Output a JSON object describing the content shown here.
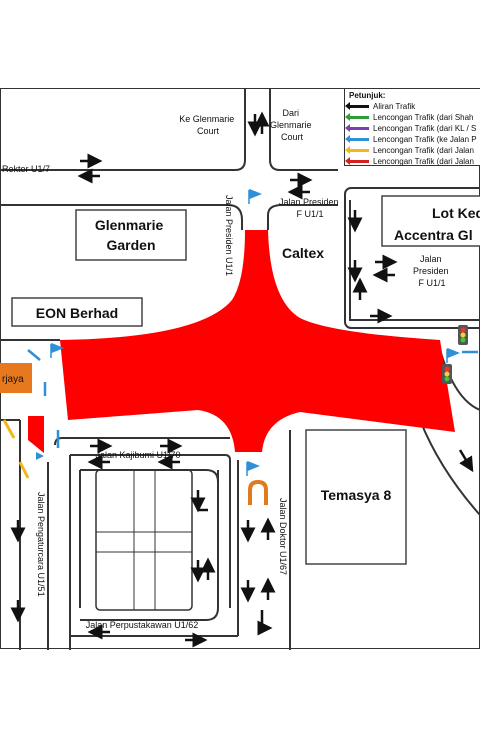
{
  "places": {
    "glenmarie_garden": "Glenmarie\nGarden",
    "caltex": "Caltex",
    "eon_berhad": "EON Berhad",
    "lot_ked": "Lot Ked",
    "accentra": "Accentra Gl",
    "temasya": "Temasya 8",
    "perjaya": "rjaya"
  },
  "roads": {
    "ke_glenmarie_court": "Ke Glenmarie\nCourt",
    "dari_glenmarie_court": "Dari\nGlenmarie\nCourt",
    "rektor": "Rektor U1/7",
    "presiden_u1_1": "Jalan Presiden U1/1",
    "presiden_f_top": "Jalan Presiden\nF U1/1",
    "presiden_f_right": "Jalan\nPresiden\nF U1/1",
    "kajibumi": "Jalan Kajibumi U1/70",
    "pengaturcara": "Jalan Pengaturcara U1/51",
    "doktor": "Jalan Doktor U1/67",
    "perpustakawan": "Jalan Perpustakawan U1/62"
  },
  "legend": {
    "title": "Petunjuk:",
    "items": [
      {
        "label": "Aliran Trafik",
        "color": "#111111"
      },
      {
        "label": "Lencongan Trafik (dari Shah",
        "color": "#2e9e3a"
      },
      {
        "label": "Lencongan Trafik (dari KL / S",
        "color": "#7b3fb0"
      },
      {
        "label": "Lencongan Trafik (ke Jalan P",
        "color": "#2f8fd8"
      },
      {
        "label": "Lencongan Trafik (dari Jalan",
        "color": "#f2b81a"
      },
      {
        "label": "Lencongan Trafik (dari Jalan",
        "color": "#d62020"
      }
    ]
  },
  "colors": {
    "closure": "#ff0000",
    "road_edge": "#333333",
    "arrow": "#111111",
    "flag": "#2f8fd8",
    "uturn": "#e07a1f",
    "orange_block": "#e8781e"
  }
}
